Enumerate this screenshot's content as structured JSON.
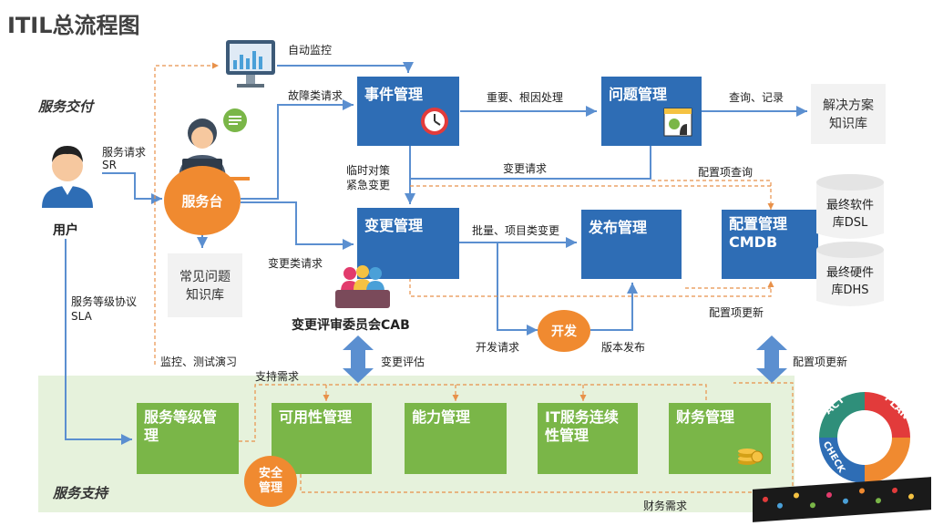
{
  "title": "ITIL总流程图",
  "sections": {
    "delivery": "服务交付",
    "support": "服务支持"
  },
  "user": {
    "label": "用户"
  },
  "service_desk": {
    "label": "服务台"
  },
  "knowledge_faq": {
    "line1": "常见问题",
    "line2": "知识库"
  },
  "solution_kb": {
    "line1": "解决方案",
    "line2": "知识库"
  },
  "cab": {
    "label": "变更评审委员会CAB"
  },
  "develop": {
    "label": "开发"
  },
  "boxes": {
    "incident": "事件管理",
    "problem": "问题管理",
    "change": "变更管理",
    "release": "发布管理",
    "config_line1": "配置管理",
    "config_line2": "CMDB",
    "sla_mgmt_line1": "服务等级管",
    "sla_mgmt_line2": "理",
    "availability": "可用性管理",
    "capacity": "能力管理",
    "continuity_line1": "IT服务连续",
    "continuity_line2": "性管理",
    "finance": "财务管理"
  },
  "security": {
    "line1": "安全",
    "line2": "管理"
  },
  "dsl": {
    "line1": "最终软件",
    "line2": "库DSL"
  },
  "dhs": {
    "line1": "最终硬件",
    "line2": "库DHS"
  },
  "labels": {
    "auto_monitor": "自动监控",
    "service_request_1": "服务请求",
    "service_request_2": "SR",
    "fault_request": "故障类请求",
    "change_request_sd": "变更类请求",
    "important_root": "重要、根因处理",
    "query_record": "查询、记录",
    "change_request": "变更请求",
    "temp_policy": "临时对策",
    "emergency_change": "紧急变更",
    "ci_query": "配置项查询",
    "batch_project": "批量、项目类变更",
    "ci_update_1": "配置项更新",
    "ci_update_2": "配置项更新",
    "dev_request": "开发请求",
    "release_version": "版本发布",
    "change_eval": "变更评估",
    "sla_1": "服务等级协议",
    "sla_2": "SLA",
    "monitor_test": "监控、测试演习",
    "support_need": "支持需求",
    "finance_need": "财务需求"
  },
  "pdca": {
    "act": "ACT",
    "plan": "PLAN",
    "check": "CHECK"
  },
  "colors": {
    "blue": "#2e6db5",
    "green": "#7ab648",
    "orange": "#f08a30",
    "arrow": "#5b8fd0",
    "dashed": "#e8914a"
  }
}
